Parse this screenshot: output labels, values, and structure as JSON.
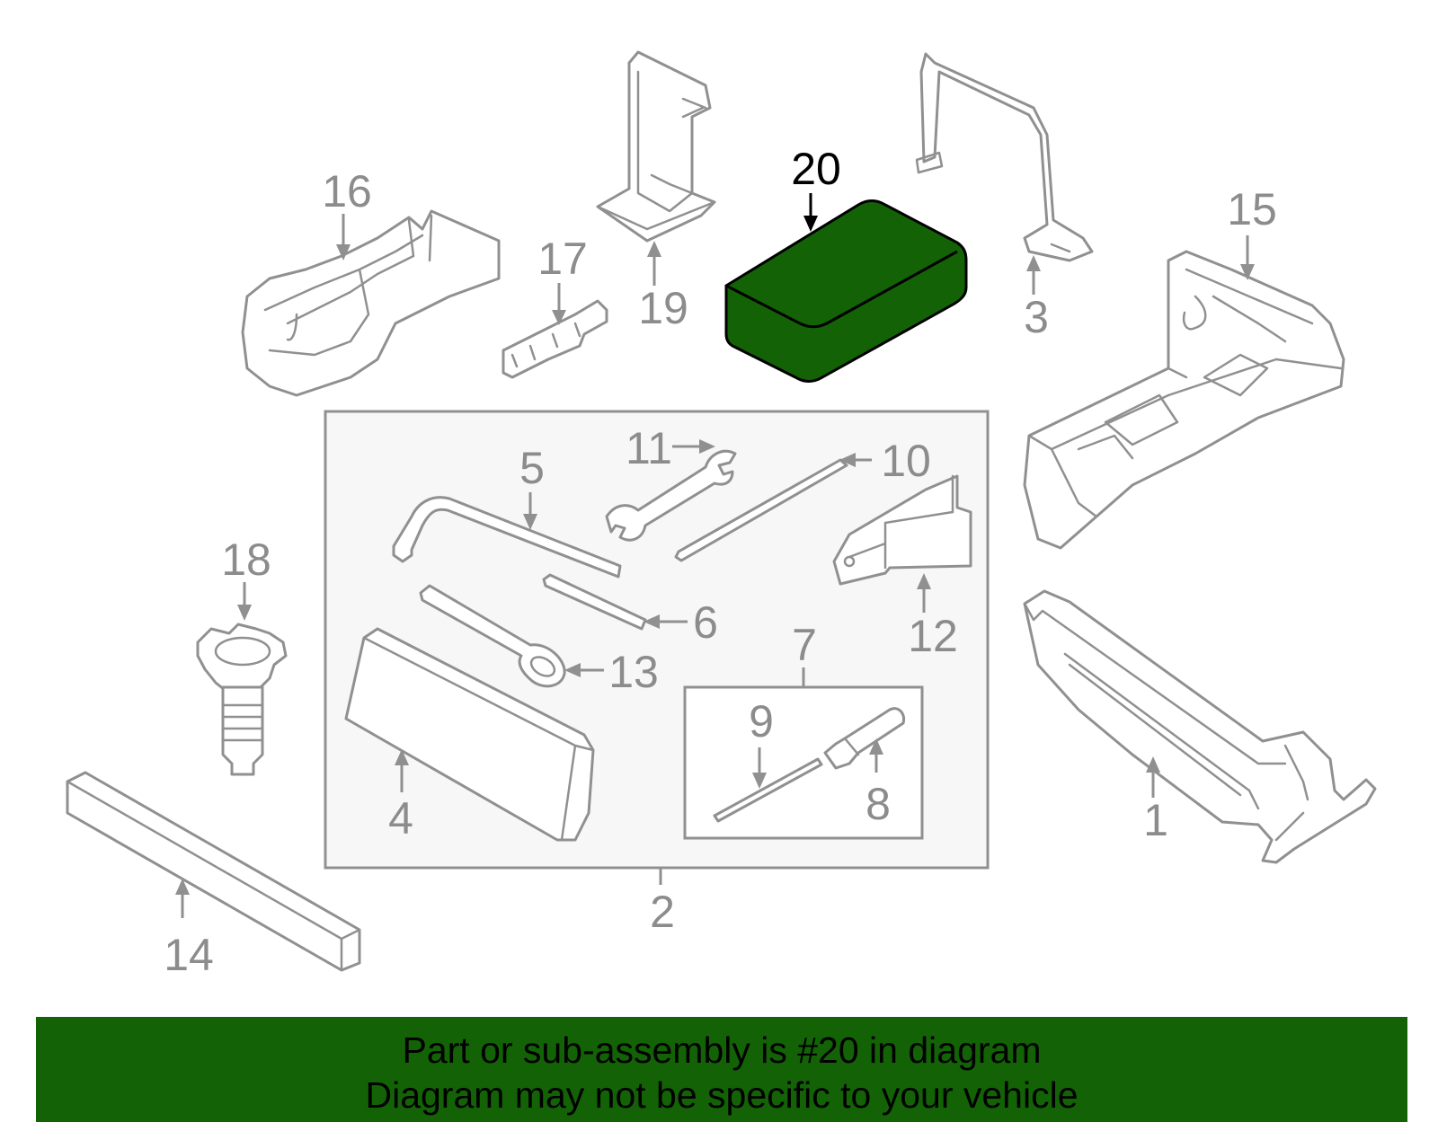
{
  "highlight_color": "#136306",
  "highlighted_part": "20",
  "callouts": {
    "c1": "1",
    "c2": "2",
    "c3": "3",
    "c4": "4",
    "c5": "5",
    "c6": "6",
    "c7": "7",
    "c8": "8",
    "c9": "9",
    "c10": "10",
    "c11": "11",
    "c12": "12",
    "c13": "13",
    "c14": "14",
    "c15": "15",
    "c16": "16",
    "c17": "17",
    "c18": "18",
    "c19": "19",
    "c20": "20"
  },
  "banner": {
    "line1": "Part or sub-assembly is #20 in diagram",
    "line2": "Diagram may not be specific to your vehicle"
  }
}
